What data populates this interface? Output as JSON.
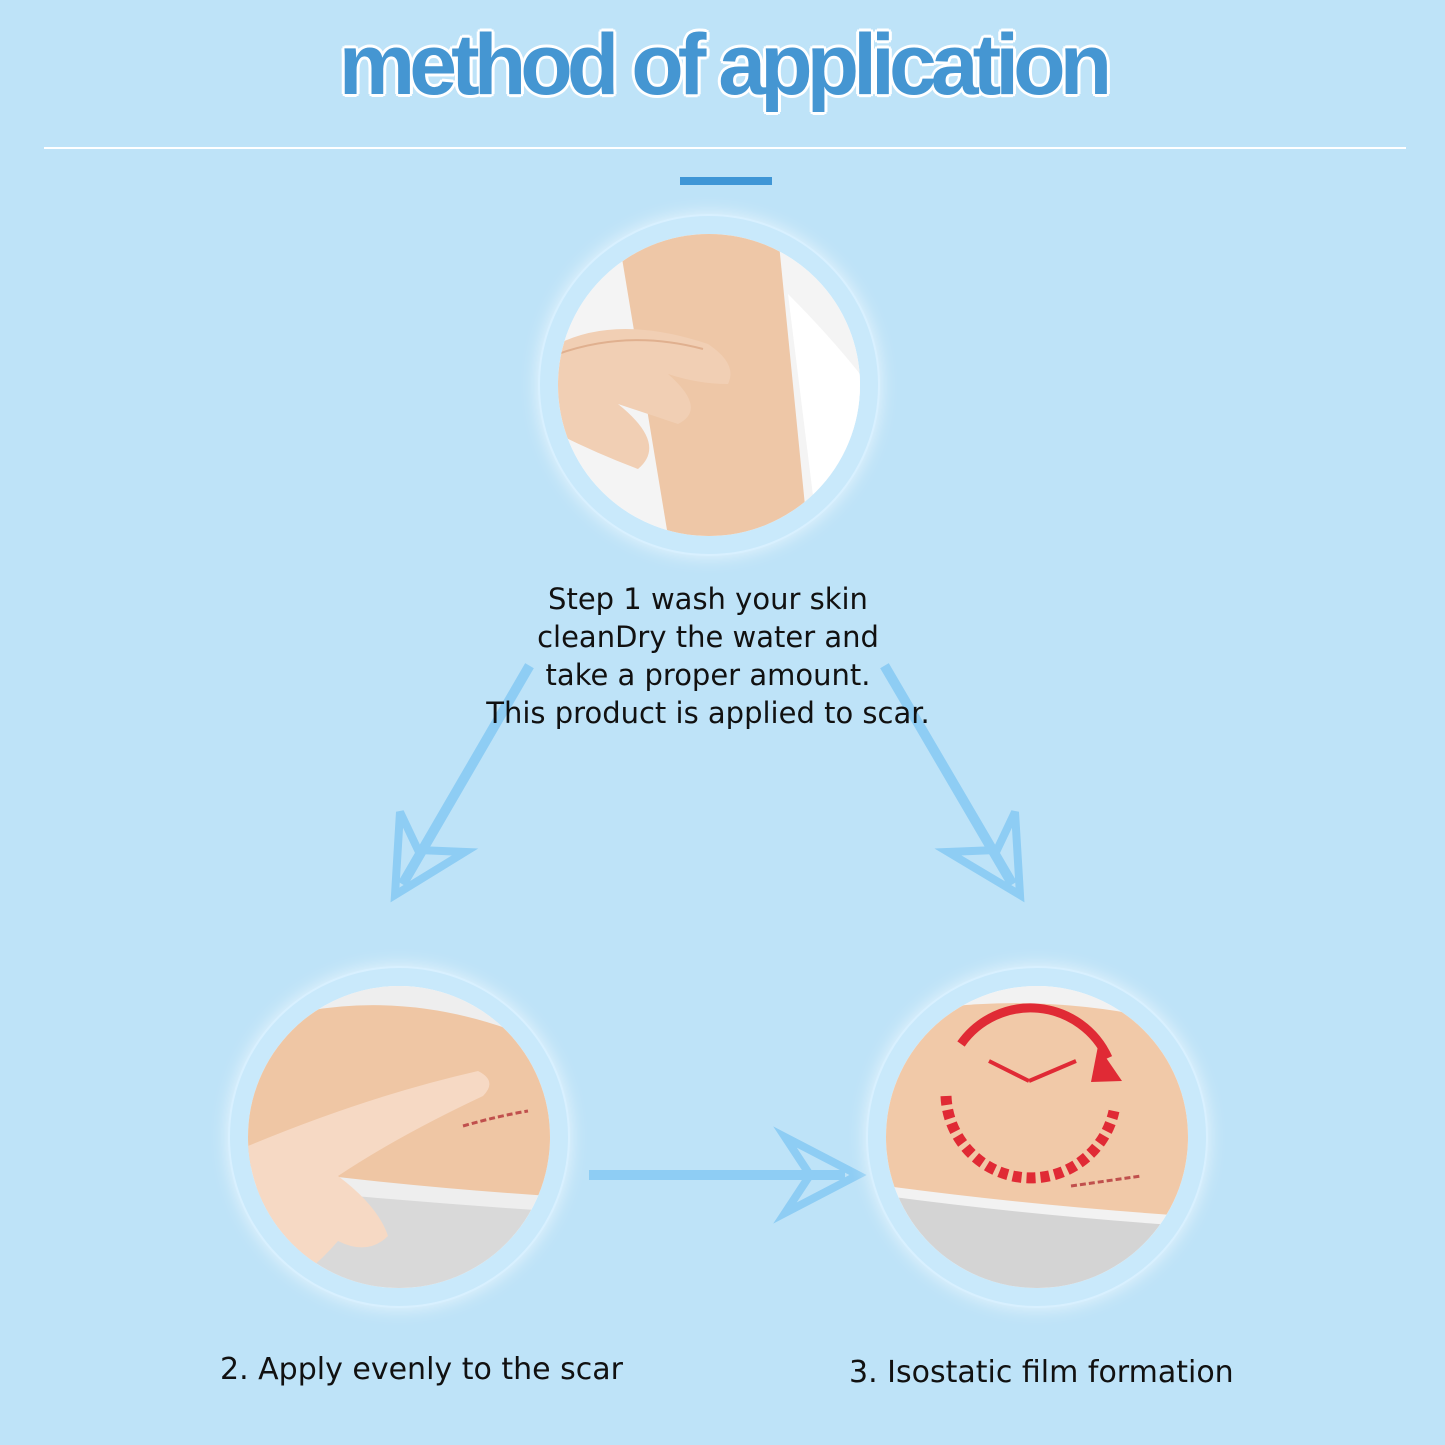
{
  "title": "method of application",
  "steps": [
    {
      "lines": [
        "Step 1 wash your skin",
        "cleanDry the water and",
        "take a proper amount.",
        "This product is applied to scar."
      ]
    },
    {
      "label": "2. Apply evenly to the scar"
    },
    {
      "label": "3. Isostatic film formation"
    }
  ],
  "colors": {
    "background": "#bee3f8",
    "title": "#4596d2",
    "accent": "#3f96d6",
    "arrow": "#8ecdf4",
    "clock": "#e02a35"
  }
}
